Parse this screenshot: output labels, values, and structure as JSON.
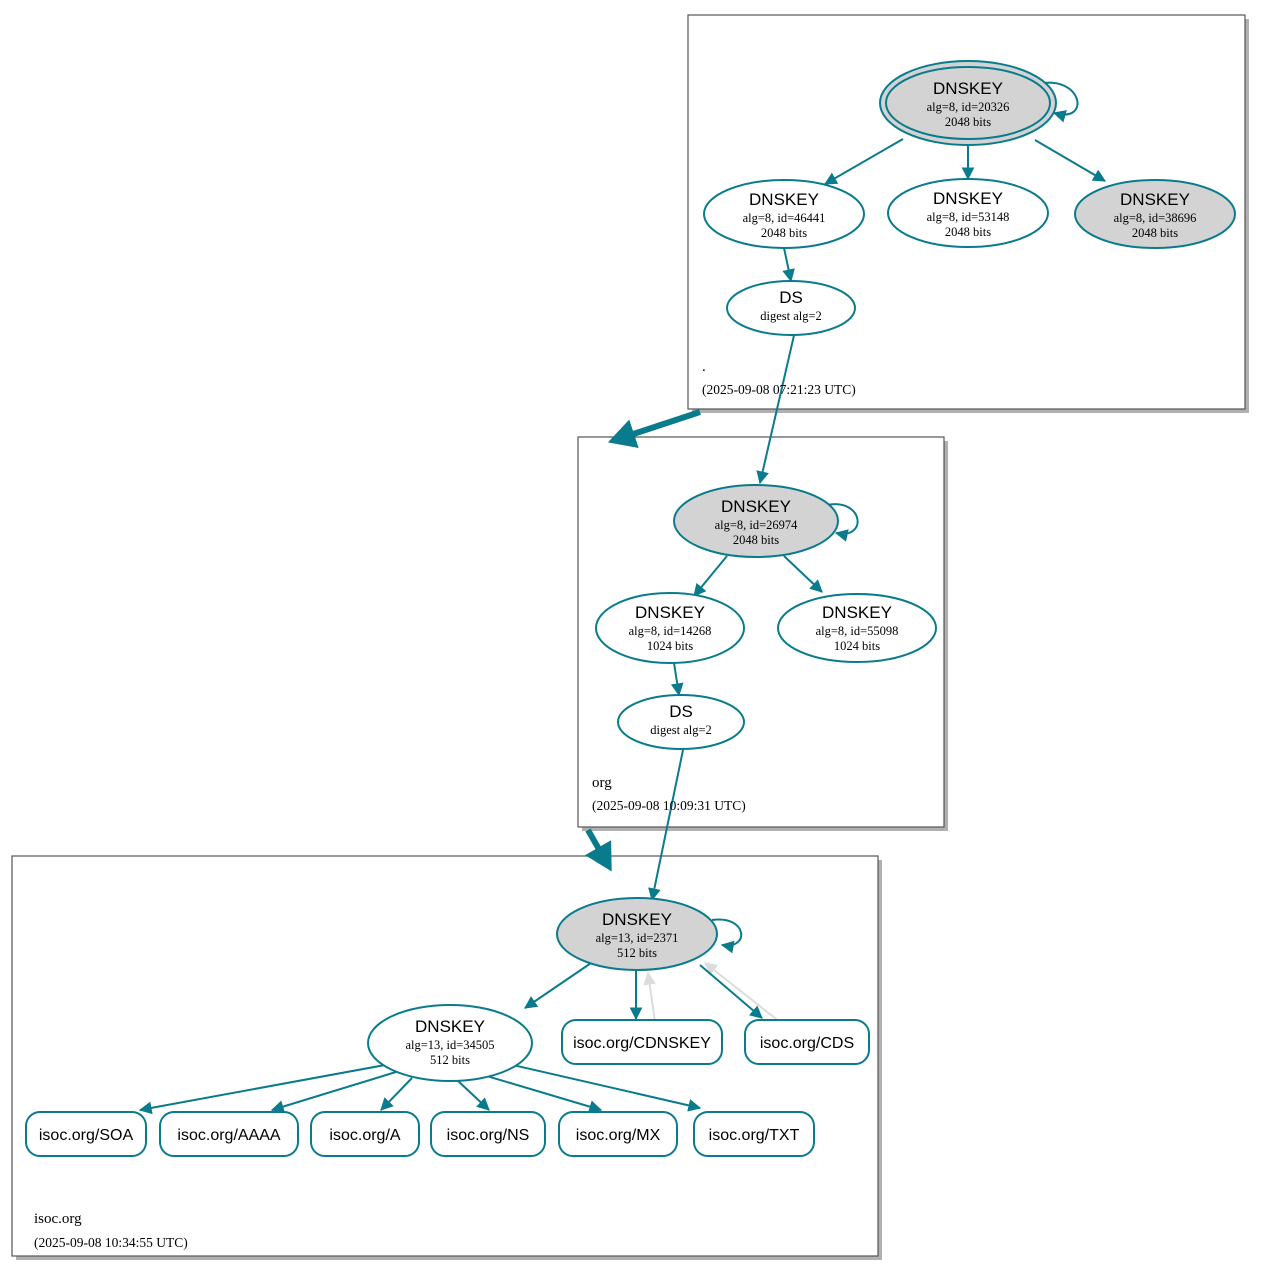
{
  "diagram": {
    "kind": "dnssec-authentication-chain",
    "colors": {
      "teal": "#0a7b8c",
      "gray_fill": "#d3d3d3",
      "gray_edge": "#dcdcdc",
      "box_border": "#555555",
      "white": "#ffffff"
    }
  },
  "zones": [
    {
      "id": "root",
      "label": ".",
      "timestamp": "(2025-09-08 07:21:23 UTC)",
      "nodes": [
        {
          "id": "root-ksk-20326",
          "type": "DNSKEY",
          "title": "DNSKEY",
          "line2": "alg=8, id=20326",
          "line3": "2048 bits",
          "secure": true,
          "trust_anchor": true
        },
        {
          "id": "root-zsk-46441",
          "type": "DNSKEY",
          "title": "DNSKEY",
          "line2": "alg=8, id=46441",
          "line3": "2048 bits",
          "secure": false,
          "trust_anchor": false
        },
        {
          "id": "root-zsk-53148",
          "type": "DNSKEY",
          "title": "DNSKEY",
          "line2": "alg=8, id=53148",
          "line3": "2048 bits",
          "secure": false,
          "trust_anchor": false
        },
        {
          "id": "root-key-38696",
          "type": "DNSKEY",
          "title": "DNSKEY",
          "line2": "alg=8, id=38696",
          "line3": "2048 bits",
          "secure": true,
          "trust_anchor": false
        },
        {
          "id": "root-ds-org",
          "type": "DS",
          "title": "DS",
          "line2": "digest alg=2",
          "line3": "",
          "secure": false,
          "trust_anchor": false
        }
      ]
    },
    {
      "id": "org",
      "label": "org",
      "timestamp": "(2025-09-08 10:09:31 UTC)",
      "nodes": [
        {
          "id": "org-ksk-26974",
          "type": "DNSKEY",
          "title": "DNSKEY",
          "line2": "alg=8, id=26974",
          "line3": "2048 bits",
          "secure": true,
          "trust_anchor": false
        },
        {
          "id": "org-zsk-14268",
          "type": "DNSKEY",
          "title": "DNSKEY",
          "line2": "alg=8, id=14268",
          "line3": "1024 bits",
          "secure": false,
          "trust_anchor": false
        },
        {
          "id": "org-zsk-55098",
          "type": "DNSKEY",
          "title": "DNSKEY",
          "line2": "alg=8, id=55098",
          "line3": "1024 bits",
          "secure": false,
          "trust_anchor": false
        },
        {
          "id": "org-ds-isoc",
          "type": "DS",
          "title": "DS",
          "line2": "digest alg=2",
          "line3": "",
          "secure": false,
          "trust_anchor": false
        }
      ]
    },
    {
      "id": "isoc",
      "label": "isoc.org",
      "timestamp": "(2025-09-08 10:34:55 UTC)",
      "nodes": [
        {
          "id": "isoc-ksk-2371",
          "type": "DNSKEY",
          "title": "DNSKEY",
          "line2": "alg=13, id=2371",
          "line3": "512 bits",
          "secure": true,
          "trust_anchor": false
        },
        {
          "id": "isoc-zsk-34505",
          "type": "DNSKEY",
          "title": "DNSKEY",
          "line2": "alg=13, id=34505",
          "line3": "512 bits",
          "secure": false,
          "trust_anchor": false
        }
      ],
      "rrsets": [
        {
          "id": "rr-cdnskey",
          "label": "isoc.org/CDNSKEY"
        },
        {
          "id": "rr-cds",
          "label": "isoc.org/CDS"
        },
        {
          "id": "rr-soa",
          "label": "isoc.org/SOA"
        },
        {
          "id": "rr-aaaa",
          "label": "isoc.org/AAAA"
        },
        {
          "id": "rr-a",
          "label": "isoc.org/A"
        },
        {
          "id": "rr-ns",
          "label": "isoc.org/NS"
        },
        {
          "id": "rr-mx",
          "label": "isoc.org/MX"
        },
        {
          "id": "rr-txt",
          "label": "isoc.org/TXT"
        }
      ]
    }
  ]
}
